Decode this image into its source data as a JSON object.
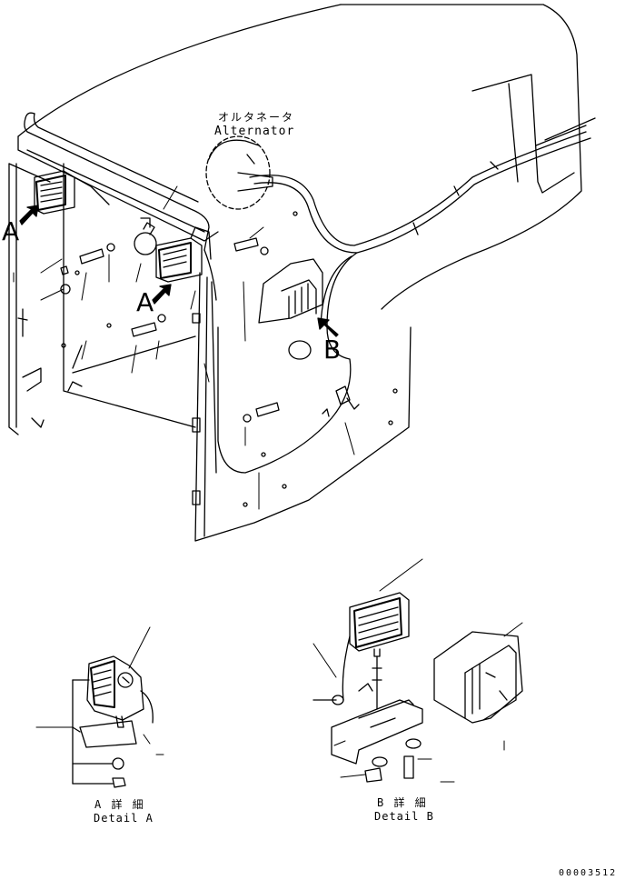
{
  "labels": {
    "alternator_jp": "オルタネータ",
    "alternator_en": "Alternator",
    "view_a_left": "A",
    "view_a_center": "A",
    "view_b": "B",
    "detail_a_jp": "A 詳 細",
    "detail_a_en": "Detail A",
    "detail_b_jp": "B 詳 細",
    "detail_b_en": "Detail B",
    "drawing_number": "00003512"
  }
}
